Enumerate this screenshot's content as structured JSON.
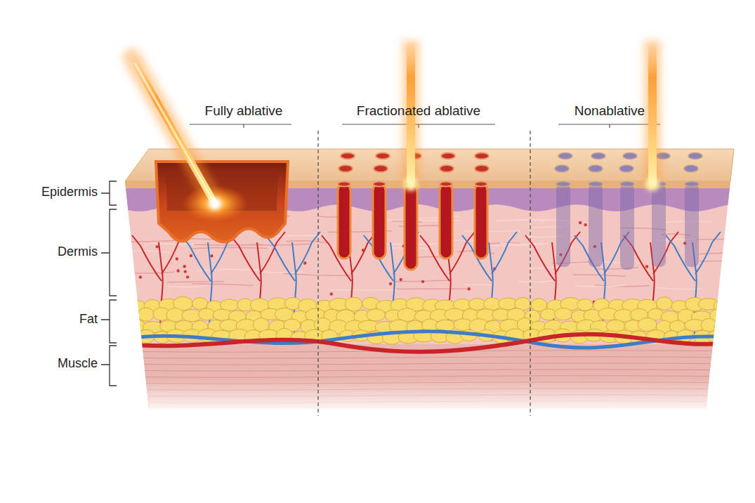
{
  "diagram": {
    "labels": [
      "Fully ablative",
      "Fractionated ablative",
      "Nonablative",
      "Epidermis",
      "Dermis",
      "Fat",
      "Muscle"
    ]
  }
}
